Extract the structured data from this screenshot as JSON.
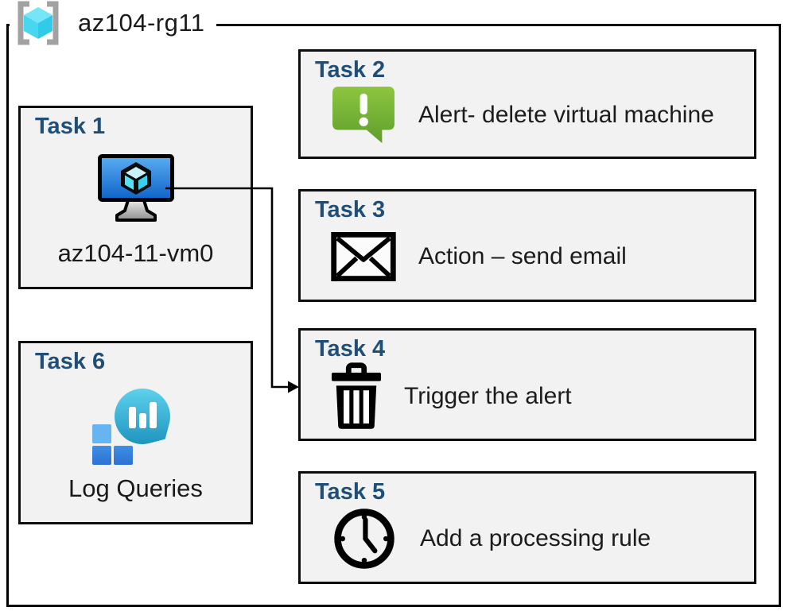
{
  "resource_group": {
    "label": "az104-rg11",
    "icon": "resource-group-icon"
  },
  "tasks": [
    {
      "header": "Task 1",
      "label": "az104-11-vm0",
      "icon": "virtual-machine-icon"
    },
    {
      "header": "Task 2",
      "label": "Alert- delete virtual machine",
      "icon": "alert-message-icon"
    },
    {
      "header": "Task 3",
      "label": "Action – send email",
      "icon": "email-envelope-icon"
    },
    {
      "header": "Task 4",
      "label": "Trigger the alert",
      "icon": "trash-icon"
    },
    {
      "header": "Task 5",
      "label": "Add a processing rule",
      "icon": "clock-icon"
    },
    {
      "header": "Task 6",
      "label": "Log Queries",
      "icon": "log-queries-icon"
    }
  ],
  "connector": {
    "from": "task1-virtual-machine",
    "to": "task4",
    "style": "elbow-arrow"
  },
  "colors": {
    "task_header": "#1F4E79",
    "box_fill": "#F2F2F2",
    "box_border": "#000000",
    "alert_green_top": "#8DC63F",
    "alert_green_bottom": "#5E9E2D",
    "vm_screen_top": "#5BADF1",
    "vm_screen_bottom": "#0E63C9",
    "rg_cube_cyan": "#57DFF4",
    "log_bubble_top": "#5ED1ED",
    "log_bubble_bottom": "#1E95C0",
    "log_square_light": "#66B5F1",
    "log_square_dark": "#2D71D2"
  }
}
